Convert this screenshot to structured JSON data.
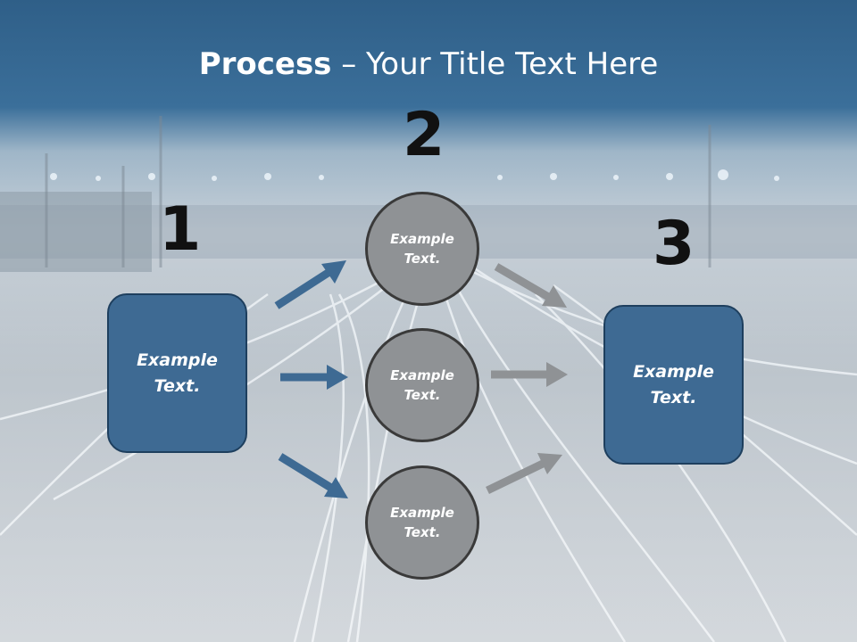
{
  "title": {
    "bold": "Process",
    "rest": " – Your Title Text Here"
  },
  "steps": [
    {
      "number": "1",
      "box_text": "Example\nText."
    },
    {
      "number": "2",
      "circles": [
        "Example\nText.",
        "Example\nText.",
        "Example\nText."
      ]
    },
    {
      "number": "3",
      "box_text": "Example\nText."
    }
  ],
  "colors": {
    "header": "#3b6f9a",
    "box": "#3e6a93",
    "arrow_blue": "#3e6a93",
    "arrow_gray": "#8f9295",
    "circle": "#8f9295"
  }
}
